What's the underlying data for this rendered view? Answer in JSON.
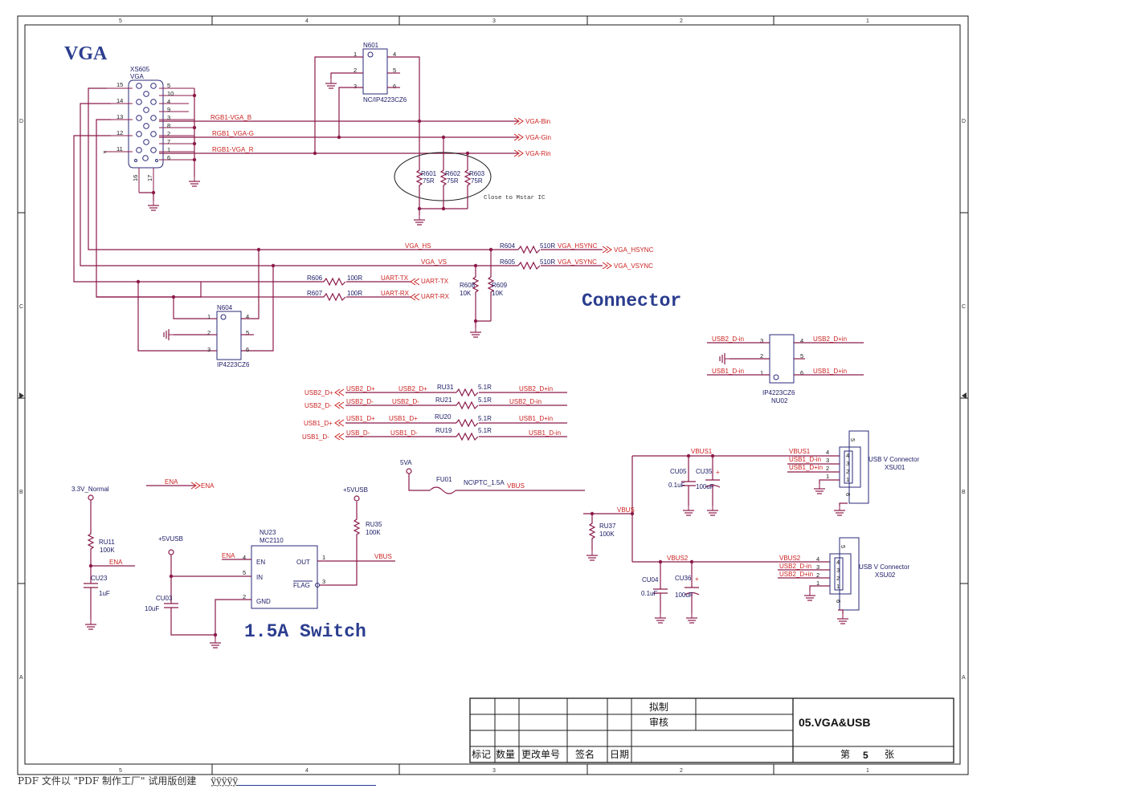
{
  "titles": {
    "vga": "VGA",
    "connector": "Connector",
    "switch": "1.5A Switch"
  },
  "border": {
    "cols": [
      "5",
      "4",
      "3",
      "2",
      "1"
    ],
    "rows": [
      "D",
      "C",
      "B",
      "A"
    ]
  },
  "components": {
    "xs605": {
      "ref": "XS605",
      "value": "VGA",
      "left_pins": [
        "15",
        "14",
        "13",
        "12",
        "11"
      ],
      "right_pins": [
        "5",
        "10",
        "4",
        "9",
        "3",
        "8",
        "2",
        "7",
        "1",
        "6"
      ],
      "bottom_pins": [
        "16",
        "17"
      ]
    },
    "n601": {
      "ref": "N601",
      "value": "NC/IP4223CZ6",
      "pins": [
        "1",
        "2",
        "3",
        "4",
        "5",
        "6"
      ]
    },
    "r601": {
      "ref": "R601",
      "value": "75R"
    },
    "r602": {
      "ref": "R602",
      "value": "75R"
    },
    "r603": {
      "ref": "R603",
      "value": "75R"
    },
    "r604": {
      "ref": "R604",
      "value": "510R"
    },
    "r605": {
      "ref": "R605",
      "value": "510R"
    },
    "r606": {
      "ref": "R606",
      "value": "100R"
    },
    "r607": {
      "ref": "R607",
      "value": "100R"
    },
    "r608": {
      "ref": "R608",
      "value": "10K"
    },
    "r609": {
      "ref": "R609",
      "value": "10K"
    },
    "n604": {
      "ref": "N604",
      "value": "IP4223CZ6",
      "pins": [
        "1",
        "2",
        "3",
        "4",
        "5",
        "6"
      ]
    },
    "nu02": {
      "ref": "NU02",
      "value": "IP4223CZ6",
      "pins": [
        "3",
        "2",
        "1",
        "4",
        "5",
        "6"
      ]
    },
    "ru31": {
      "ref": "RU31",
      "value": "5.1R"
    },
    "ru21": {
      "ref": "RU21",
      "value": "5.1R"
    },
    "ru20": {
      "ref": "RU20",
      "value": "5.1R"
    },
    "ru19": {
      "ref": "RU19",
      "value": "5.1R"
    },
    "fu01": {
      "ref": "FU01",
      "value": "NC\\PTC_1.5A"
    },
    "ru37": {
      "ref": "RU37",
      "value": "100K"
    },
    "cu05": {
      "ref": "CU05",
      "value": "0.1uF"
    },
    "cu35": {
      "ref": "CU35",
      "value": "100uF"
    },
    "cu04": {
      "ref": "CU04",
      "value": "0.1uF"
    },
    "cu36": {
      "ref": "CU36",
      "value": "100uF"
    },
    "xsu01": {
      "ref": "XSU01",
      "value": "USB V Connector",
      "pins": [
        "4",
        "3",
        "2",
        "1"
      ],
      "shell": [
        "5",
        "6"
      ]
    },
    "xsu02": {
      "ref": "XSU02",
      "value": "USB V Connector",
      "pins": [
        "4",
        "3",
        "2",
        "1"
      ],
      "shell": [
        "5",
        "6"
      ]
    },
    "ru11": {
      "ref": "RU11",
      "value": "100K"
    },
    "cu23": {
      "ref": "CU23",
      "value": "1uF"
    },
    "cu03": {
      "ref": "CU03",
      "value": "10uF"
    },
    "ru35": {
      "ref": "RU35",
      "value": "100K"
    },
    "nu23": {
      "ref": "NU23",
      "value": "MC2110",
      "pins": [
        "EN",
        "IN",
        "GND",
        "OUT",
        "FLAG"
      ],
      "pin_nums": [
        "4",
        "5",
        "2",
        "1",
        "3"
      ]
    }
  },
  "nets": {
    "rgb_b": "RGB1-VGA_B",
    "rgb_g": "RGB1_VGA-G",
    "rgb_r": "RGB1-VGA_R",
    "vga_bin": "VGA-Bin",
    "vga_gin": "VGA-Gin",
    "vga_rin": "VGA-Rin",
    "vga_hs": "VGA_HS",
    "vga_vs": "VGA_VS",
    "vga_hsync1": "VGA_HSYNC",
    "vga_hsync2": "VGA_HSYNC",
    "vga_vsync1": "VGA_VSYNC",
    "vga_vsync2": "VGA_VSYNC",
    "uart_tx1": "UART-TX",
    "uart_tx2": "UART-TX",
    "uart_rx1": "UART-RX",
    "uart_rx2": "UART-RX",
    "usb2_dp_a": "USB2_D+",
    "usb2_dp_b": "USB2_D+",
    "usb2_dp_c": "USB2_D+",
    "usb2_dp_in": "USB2_D+in",
    "usb2_dm_a": "USB2_D-",
    "usb2_dm_b": "USB2_D-",
    "usb2_dm_c": "USB2_D-",
    "usb2_dm_in": "USB2_D-in",
    "usb1_dp_a": "USB1_D+",
    "usb1_dp_b": "USB1_D+",
    "usb1_dp_c": "USB1_D+",
    "usb1_dp_in": "USB1_D+in",
    "usb1_dm_a": "USB1_D-",
    "usb1_dm_b": "USB_D-",
    "usb1_dm_c": "USB1_D-",
    "usb1_dm_in": "USB1_D-in",
    "nu02_l3": "USB2_D-in",
    "nu02_r4": "USB2_D+in",
    "nu02_l1": "USB1_D-in",
    "nu02_r6": "USB1_D+in",
    "ena1": "ENA",
    "ena2": "ENA",
    "ena3": "ENA",
    "ena4": "ENA",
    "v33": "3.3V_Normal",
    "v5usb1": "+5VUSB",
    "v5usb2": "+5VUSB",
    "v5a": "5VA",
    "vbus_a": "VBUS",
    "vbus_b": "VBUS",
    "vbus_c": "VBUS",
    "vbus1": "VBUS1",
    "vbus1_p": "VBUS1",
    "vbus2": "VBUS2",
    "vbus2_p": "VBUS2",
    "xsu01_d_in": "USB1_D-in",
    "xsu01_d_plus": "USB1_D+in",
    "xsu02_d_in": "USB2_D-in",
    "xsu02_d_plus": "USB2_D+in"
  },
  "notes": {
    "close_to": "Close to Mstar IC"
  },
  "title_block": {
    "draft_label": "拟制",
    "review_label": "审核",
    "sheet_title": "05.VGA&USB",
    "col_labels": [
      "标记",
      "数量",
      "更改单号",
      "签名",
      "日期"
    ],
    "sheet_prefix": "第",
    "sheet_num": "5",
    "sheet_suffix": "张"
  },
  "footer": {
    "text": "PDF 文件以 \"PDF 制作工厂\" 试用版创建",
    "link": "ÿÿÿÿÿ"
  },
  "colors": {
    "wire": "#8b1a4a",
    "net_label": "#cc2222",
    "title": "#2b3d8f"
  }
}
